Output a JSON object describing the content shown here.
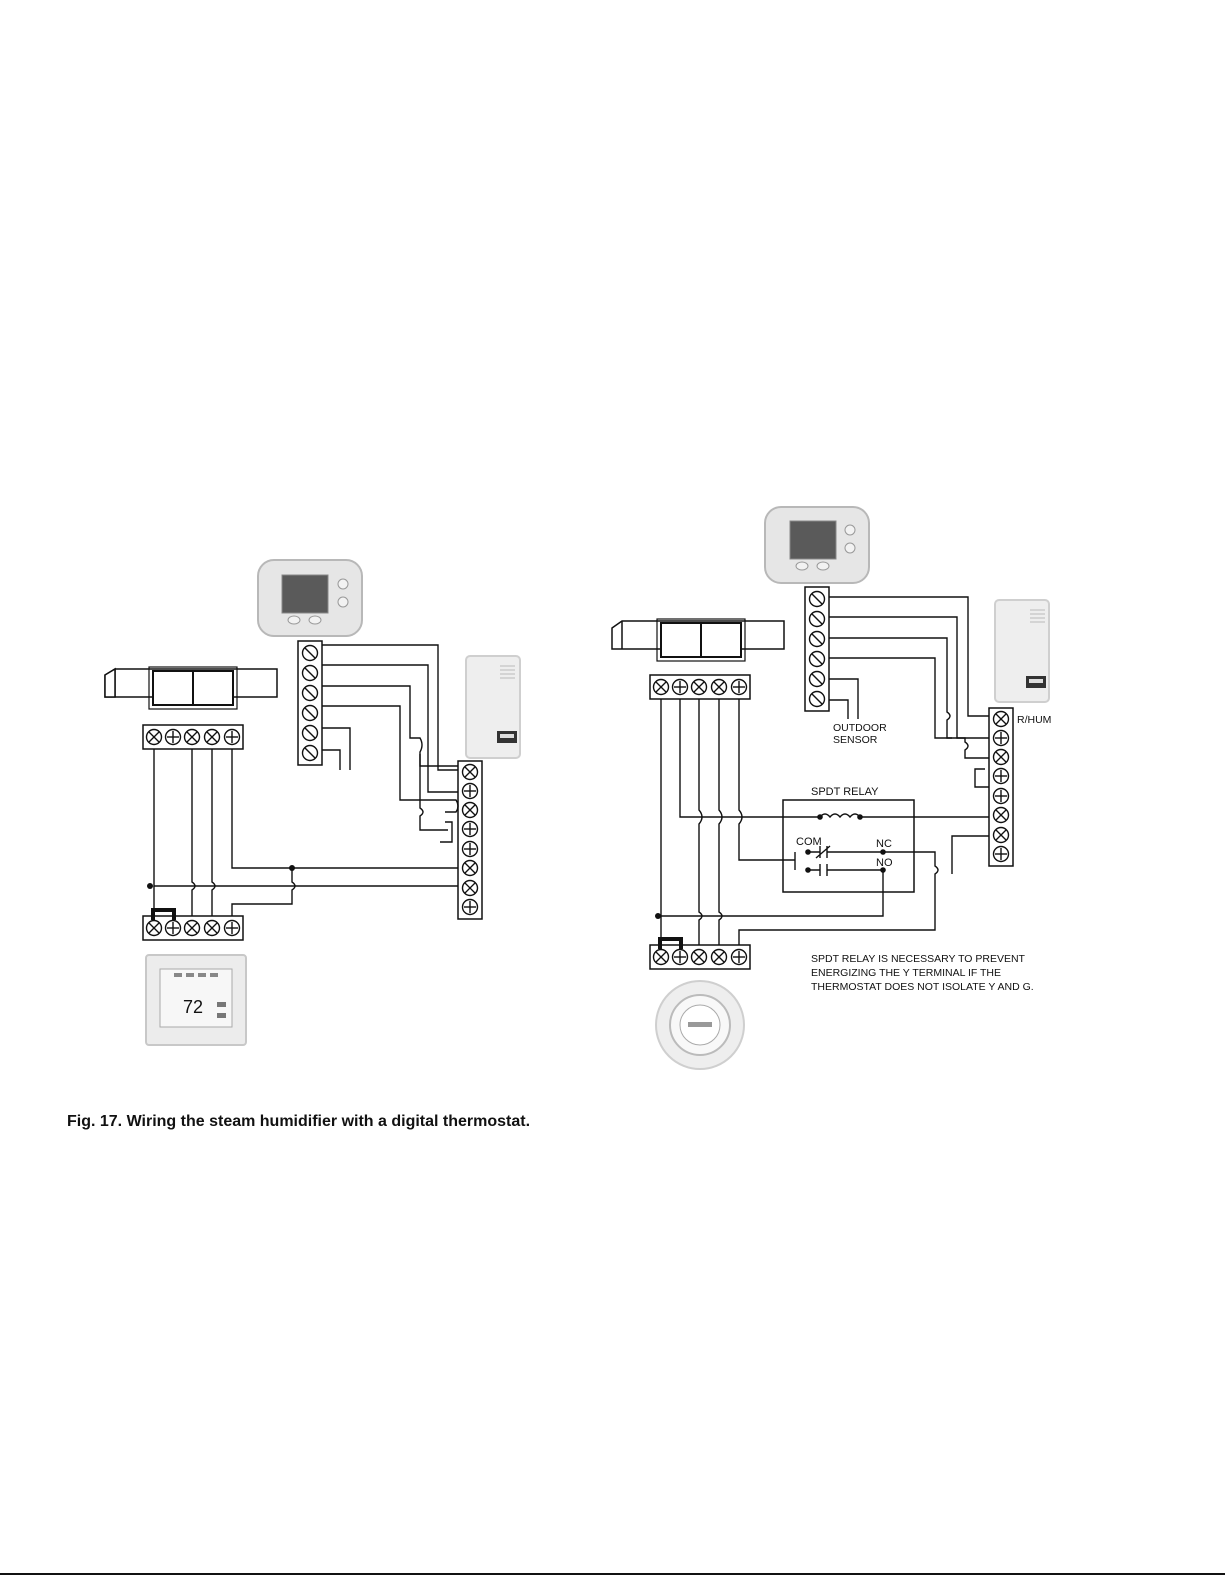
{
  "caption": "Fig. 17. Wiring the steam humidifier with a digital thermostat.",
  "right_diagram": {
    "rhum_label": "R/HUM",
    "outdoor_sensor_label": [
      "OUTDOOR",
      "SENSOR"
    ],
    "relay_label": "SPDT RELAY",
    "com_label": "COM",
    "nc_label": "NC",
    "no_label": "NO",
    "note_lines": [
      "SPDT RELAY IS NECESSARY TO PREVENT",
      "ENERGIZING THE Y TERMINAL IF THE",
      "THERMOSTAT DOES NOT ISOLATE Y AND G."
    ]
  },
  "left_diagram": {
    "display_reading": "72"
  },
  "colors": {
    "line": "#111111",
    "device_body": "#e6e6e6",
    "device_shadow": "#bdbdbd",
    "screen": "#5a5a5a"
  },
  "icons": [
    "screw-terminal-icon",
    "thermostat-icon",
    "humidifier-icon",
    "relay-coil-icon"
  ]
}
